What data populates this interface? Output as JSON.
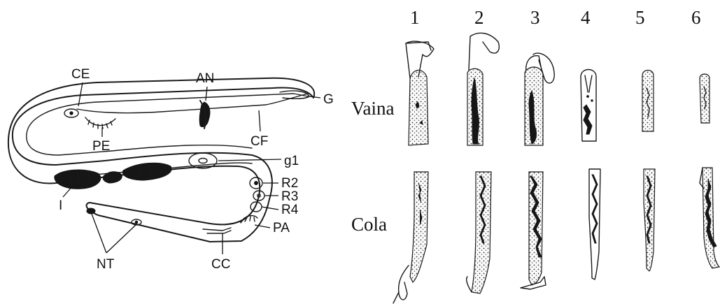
{
  "nematode": {
    "labels": {
      "ce": "CE",
      "an": "AN",
      "g": "G",
      "pe": "PE",
      "cf": "CF",
      "g1": "g1",
      "r2": "R2",
      "r3": "R3",
      "r4": "R4",
      "i": "I",
      "pa": "PA",
      "nt": "NT",
      "cc": "CC"
    }
  },
  "stages": {
    "columns": [
      "1",
      "2",
      "3",
      "4",
      "5",
      "6"
    ],
    "rows": {
      "sheath": "Vaina",
      "tail": "Cola"
    }
  }
}
